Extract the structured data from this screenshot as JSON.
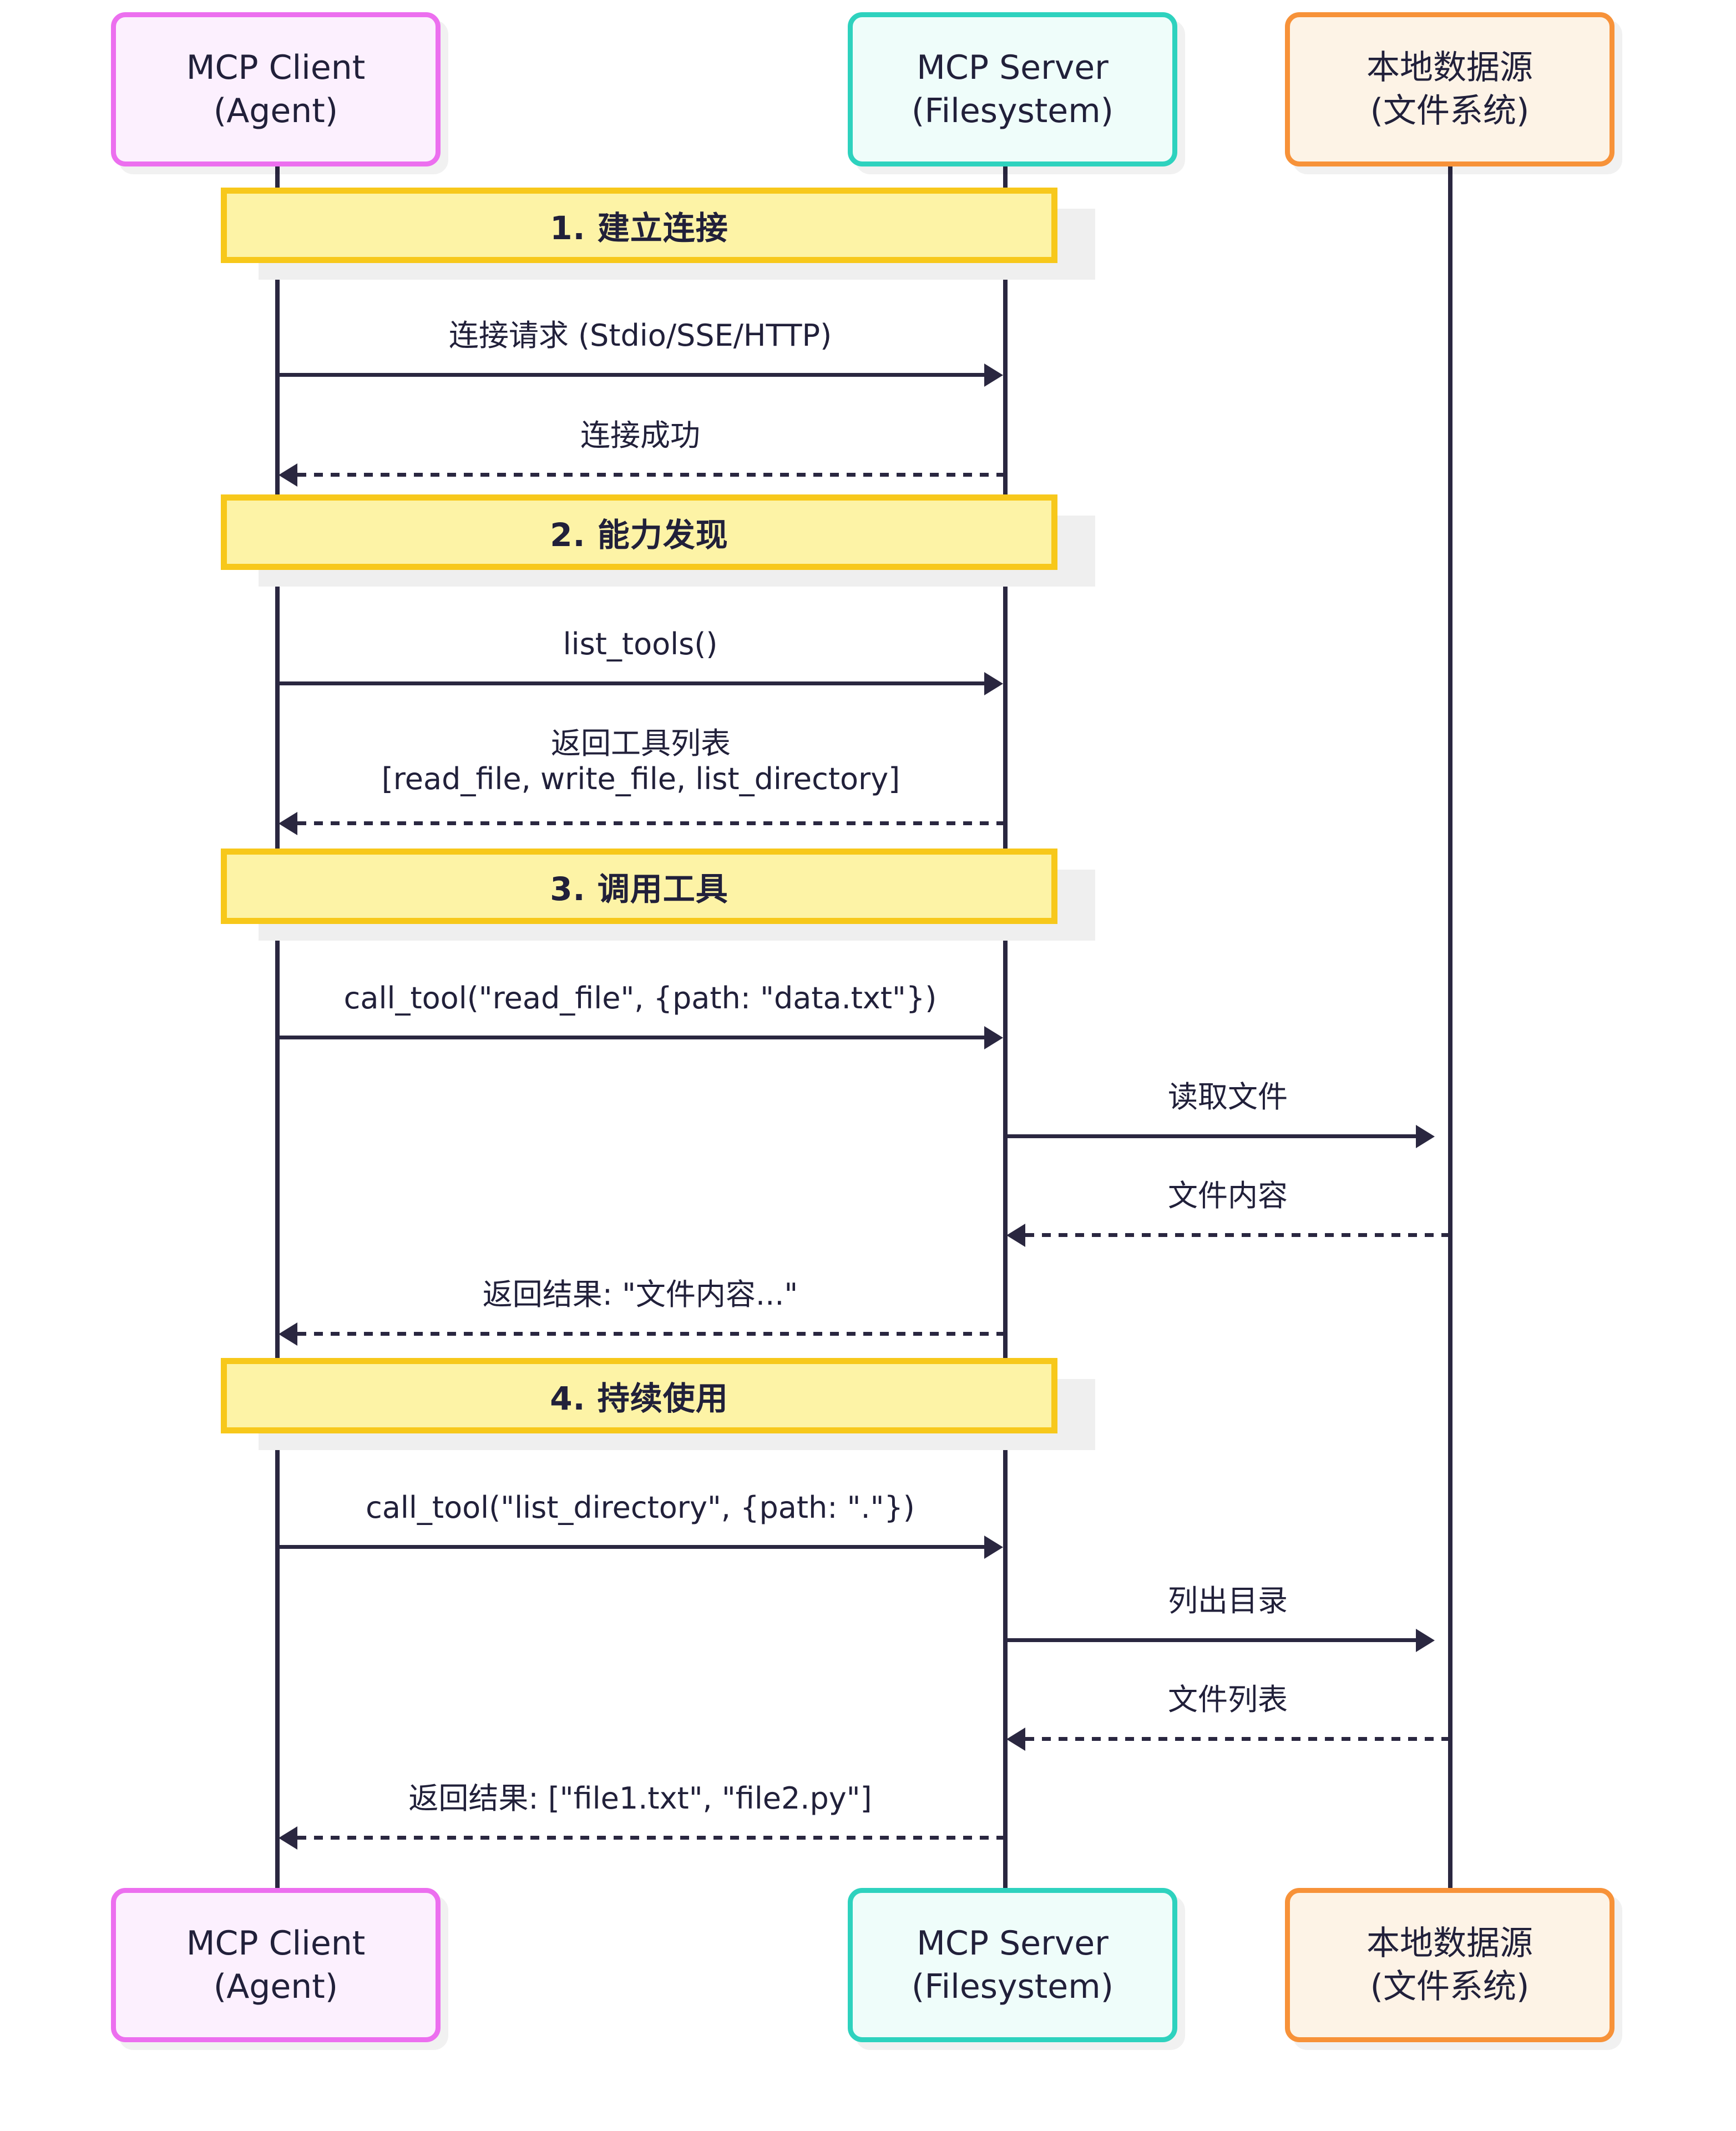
{
  "diagram": {
    "type": "sequence-diagram",
    "colors": {
      "client_border": "#EC6FEF",
      "client_fill": "#FCF0FE",
      "server_border": "#2ED2BE",
      "server_fill": "#EFFDFA",
      "source_border": "#F79239",
      "source_fill": "#FDF3E6",
      "section_border": "#F7C81B",
      "section_fill": "#FDF3A6",
      "line": "#2A2740",
      "text": "#21203A",
      "background": "#FFFFFF"
    }
  },
  "participants": [
    {
      "id": "client",
      "line1": "MCP Client",
      "line2": "(Agent)"
    },
    {
      "id": "server",
      "line1": "MCP Server",
      "line2": "(Filesystem)"
    },
    {
      "id": "source",
      "line1": "本地数据源",
      "line2": "(文件系统)"
    }
  ],
  "sections": [
    {
      "index": 1,
      "title": "1. 建立连接"
    },
    {
      "index": 2,
      "title": "2. 能力发现"
    },
    {
      "index": 3,
      "title": "3. 调用工具"
    },
    {
      "index": 4,
      "title": "4. 持续使用"
    }
  ],
  "messages": [
    {
      "id": "m1",
      "from": "client",
      "to": "server",
      "kind": "solid",
      "text": "连接请求 (Stdio/SSE/HTTP)"
    },
    {
      "id": "m2",
      "from": "server",
      "to": "client",
      "kind": "dotted",
      "text": "连接成功"
    },
    {
      "id": "m3",
      "from": "client",
      "to": "server",
      "kind": "solid",
      "text": "list_tools()"
    },
    {
      "id": "m4",
      "from": "server",
      "to": "client",
      "kind": "dotted",
      "text": "返回工具列表",
      "text2": "[read_file, write_file, list_directory]"
    },
    {
      "id": "m5",
      "from": "client",
      "to": "server",
      "kind": "solid",
      "text": "call_tool(\"read_file\", {path: \"data.txt\"})"
    },
    {
      "id": "m6",
      "from": "server",
      "to": "source",
      "kind": "solid",
      "text": "读取文件"
    },
    {
      "id": "m7",
      "from": "source",
      "to": "server",
      "kind": "dotted",
      "text": "文件内容"
    },
    {
      "id": "m8",
      "from": "server",
      "to": "client",
      "kind": "dotted",
      "text": "返回结果: \"文件内容...\""
    },
    {
      "id": "m9",
      "from": "client",
      "to": "server",
      "kind": "solid",
      "text": "call_tool(\"list_directory\", {path: \".\"})"
    },
    {
      "id": "m10",
      "from": "server",
      "to": "source",
      "kind": "solid",
      "text": "列出目录"
    },
    {
      "id": "m11",
      "from": "source",
      "to": "server",
      "kind": "dotted",
      "text": "文件列表"
    },
    {
      "id": "m12",
      "from": "server",
      "to": "client",
      "kind": "dotted",
      "text": "返回结果: [\"file1.txt\", \"file2.py\"]"
    }
  ]
}
